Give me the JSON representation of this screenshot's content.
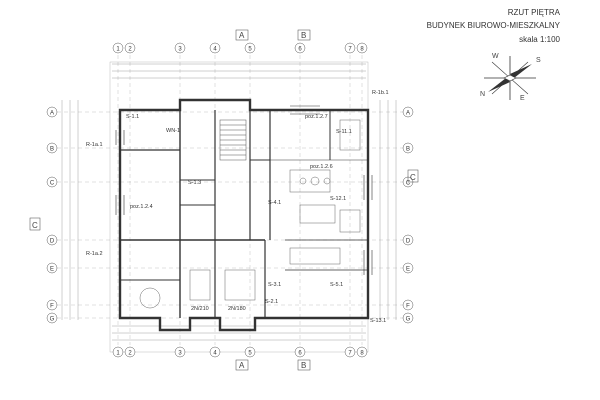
{
  "title": {
    "line1": "RZUT PIĘTRA",
    "line2": "BUDYNEK BIUROWO-MIESZKALNY",
    "line3": "skala 1:100"
  },
  "grid_axes": {
    "columns": [
      "1",
      "2",
      "3",
      "4",
      "5",
      "6",
      "7",
      "8"
    ],
    "rows": [
      "A",
      "B",
      "C",
      "D",
      "E",
      "F",
      "G"
    ]
  },
  "section_marks": {
    "a": "A",
    "b": "B",
    "c": "C"
  },
  "compass": {
    "labels": [
      "N",
      "S",
      "E",
      "W"
    ]
  },
  "room_labels": [
    "S-1.1",
    "R-1a.1",
    "WN-1",
    "poz.1.2.4",
    "S-1.3",
    "S-2.1",
    "2N/210",
    "2N/180",
    "S-3.1",
    "S-12.1",
    "S-11.1",
    "S-13.1",
    "R-1b.1",
    "R-1a.2",
    "poz.1.2.7",
    "poz.1.2.6",
    "S-4.1",
    "S-5.1"
  ],
  "colors": {
    "line": "#555555",
    "wall": "#333333",
    "dimension": "#888888"
  }
}
